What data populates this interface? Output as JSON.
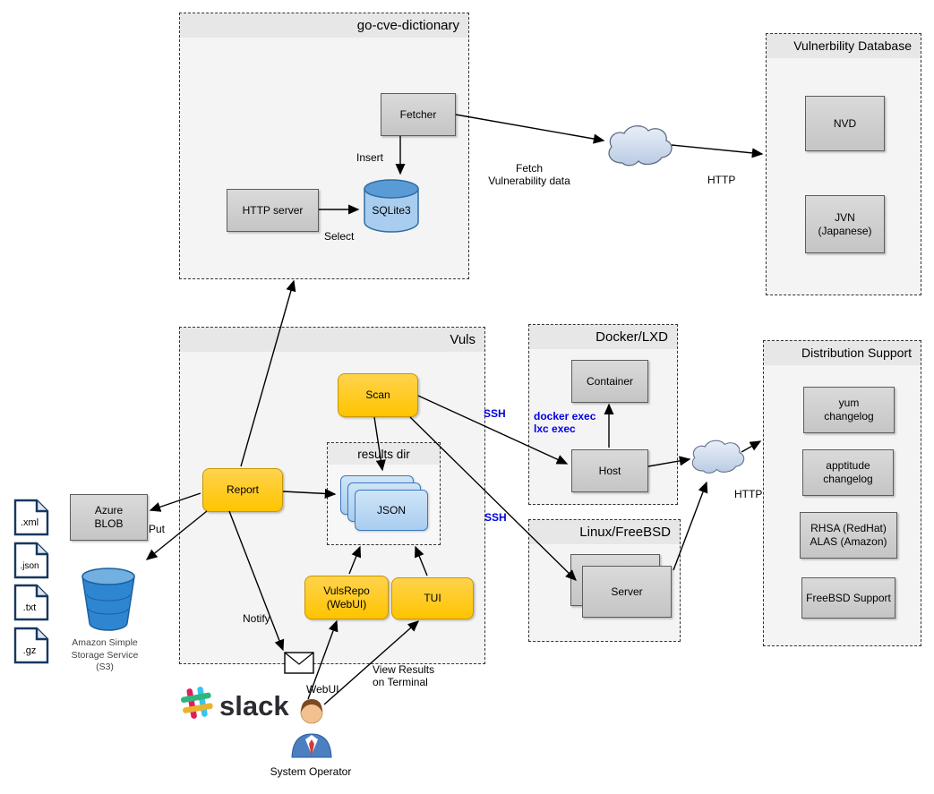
{
  "groups": {
    "go_cve_dictionary": {
      "title": "go-cve-dictionary"
    },
    "vulnerability_database": {
      "title": "Vulnerbility Database"
    },
    "vuls": {
      "title": "Vuls"
    },
    "docker_lxd": {
      "title": "Docker/LXD"
    },
    "linux_freebsd": {
      "title": "Linux/FreeBSD"
    },
    "distribution_support": {
      "title": "Distribution Support"
    },
    "results_dir": {
      "title": "results dir"
    }
  },
  "nodes": {
    "fetcher": {
      "label": "Fetcher"
    },
    "http_server": {
      "label": "HTTP server"
    },
    "sqlite3": {
      "label": "SQLite3"
    },
    "nvd": {
      "label": "NVD"
    },
    "jvn": {
      "label": "JVN\n(Japanese)"
    },
    "scan": {
      "label": "Scan"
    },
    "report": {
      "label": "Report"
    },
    "json": {
      "label": "JSON"
    },
    "vulsrepo": {
      "label": "VulsRepo\n(WebUI)"
    },
    "tui": {
      "label": "TUI"
    },
    "container": {
      "label": "Container"
    },
    "host": {
      "label": "Host"
    },
    "server": {
      "label": "Server"
    },
    "yum_changelog": {
      "label": "yum\nchangelog"
    },
    "apptitude_changelog": {
      "label": "apptitude\nchangelog"
    },
    "rhsa_alas": {
      "label": "RHSA (RedHat)\nALAS (Amazon)"
    },
    "freebsd_support": {
      "label": "FreeBSD Support"
    },
    "azure_blob": {
      "label": "Azure\nBLOB"
    }
  },
  "icons": {
    "s3": {
      "caption": "Amazon Simple\nStorage Service\n(S3)"
    },
    "slack": {
      "label": "slack"
    },
    "system_operator": {
      "caption": "System Operator"
    }
  },
  "files": [
    ".xml",
    ".json",
    ".txt",
    ".gz"
  ],
  "edge_labels": {
    "insert": "Insert",
    "select": "Select",
    "fetch_vuln": "Fetch\nVulnerability data",
    "http_top": "HTTP",
    "http_right": "HTTP",
    "ssh_docker": "SSH",
    "ssh_linux": "SSH",
    "exec": "docker exec\nlxc exec",
    "put": "Put",
    "notify": "Notify",
    "webui": "WebUI",
    "view_results": "View Results\non Terminal"
  },
  "colors": {
    "accent_yellow": "#ffc400",
    "node_gray": "#cccccc",
    "json_blue": "#a9cdef",
    "ssh_blue": "#0000e0"
  }
}
